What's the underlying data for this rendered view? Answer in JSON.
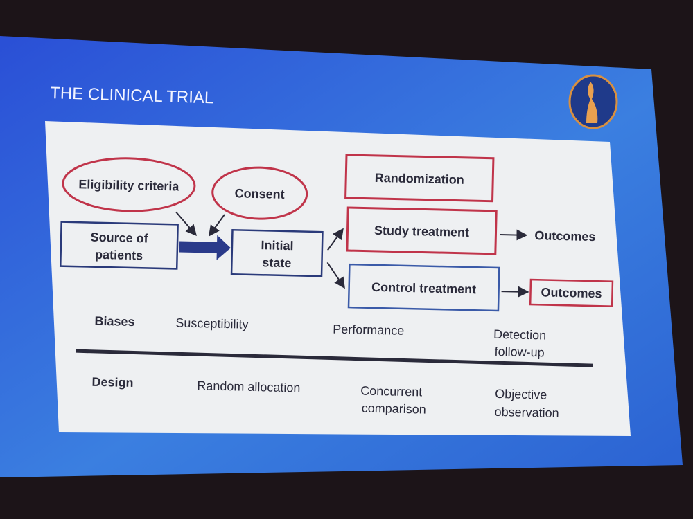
{
  "slide": {
    "title": "THE CLINICAL TRIAL",
    "logo": {
      "icon": "society-seal-logo"
    },
    "colors": {
      "background": "#2f5fd8",
      "red": "#c0344a",
      "navy": "#2a3a7a",
      "panel": "#eef0f2"
    }
  },
  "diagram": {
    "eligibility": "Eligibility criteria",
    "consent": "Consent",
    "source": [
      "Source of",
      "patients"
    ],
    "initial": [
      "Initial",
      "state"
    ],
    "randomization": "Randomization",
    "study": "Study treatment",
    "control": "Control treatment",
    "outcomes_study": "Outcomes",
    "outcomes_control": "Outcomes"
  },
  "table": {
    "biases_label": "Biases",
    "biases": [
      "Susceptibility",
      "Performance",
      "Detection",
      "follow-up"
    ],
    "design_label": "Design",
    "design": [
      "Random allocation",
      "Concurrent",
      "comparison",
      "Objective",
      "observation"
    ]
  }
}
